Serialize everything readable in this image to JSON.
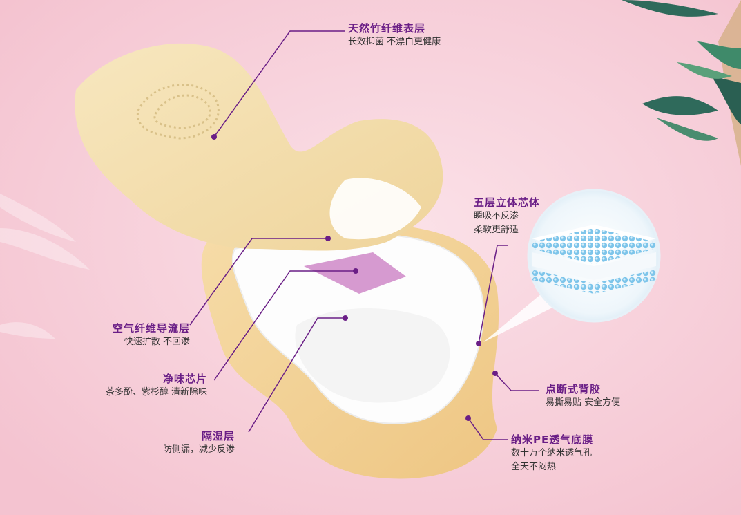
{
  "colors": {
    "background": "#f8d2dc",
    "accent_purple": "#6a1e86",
    "pad_beige": "#f3dfad",
    "pad_wing": "#f0cf8f",
    "absorbent_white": "#ffffff",
    "bead_blue": "#7ec5ea"
  },
  "decorations": [
    "bamboo-leaves-top-right",
    "bamboo-leaves-left-faded"
  ],
  "labels": {
    "bamboo_top": {
      "title": "天然竹纤维表层",
      "sub": "长效抑菌 不漂白更健康"
    },
    "five_layer": {
      "title": "五层立体芯体",
      "sub1": "瞬吸不反渗",
      "sub2": "柔软更舒适"
    },
    "air_fiber": {
      "title": "空气纤维导流层",
      "sub": "快速扩散 不回渗"
    },
    "chip": {
      "title": "净味芯片",
      "sub": "茶多酚、紫杉醇 清新除味"
    },
    "barrier": {
      "title": "隔湿层",
      "sub": "防侧漏，减少反渗"
    },
    "backing_glue": {
      "title": "点断式背胶",
      "sub": "易撕易贴 安全方便"
    },
    "pe_film": {
      "title": "纳米PE透气底膜",
      "sub1": "数十万个纳米透气孔",
      "sub2": "全天不闷热"
    }
  }
}
